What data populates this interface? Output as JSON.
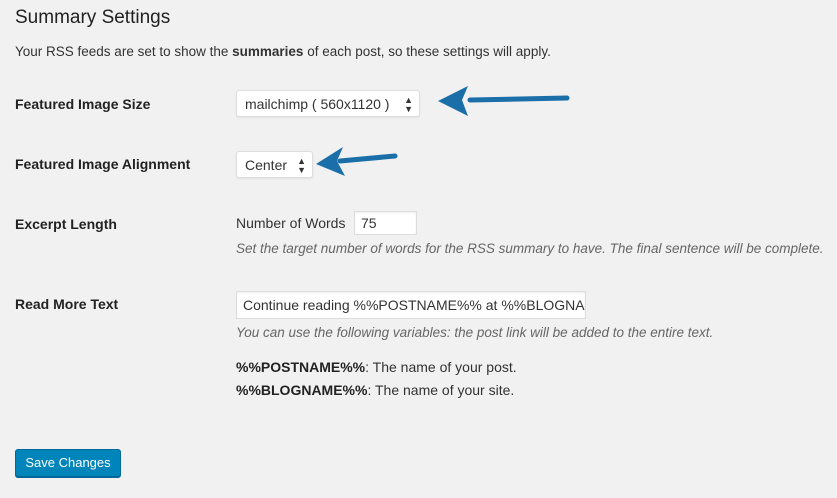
{
  "section": {
    "title": "Summary Settings",
    "intro_before": "Your RSS feeds are set to show the ",
    "intro_bold": "summaries",
    "intro_after": " of each post, so these settings will apply."
  },
  "fields": {
    "image_size": {
      "label": "Featured Image Size",
      "value": "mailchimp ( 560x1120 )"
    },
    "image_alignment": {
      "label": "Featured Image Alignment",
      "value": "Center"
    },
    "excerpt_length": {
      "label": "Excerpt Length",
      "prefix": "Number of Words",
      "value": "75",
      "help": "Set the target number of words for the RSS summary to have. The final sentence will be complete."
    },
    "read_more": {
      "label": "Read More Text",
      "value": "Continue reading %%POSTNAME%% at %%BLOGNA",
      "help": "You can use the following variables: the post link will be added to the entire text.",
      "variables": [
        {
          "name": "%%POSTNAME%%",
          "desc": ": The name of your post."
        },
        {
          "name": "%%BLOGNAME%%",
          "desc": ": The name of your site."
        }
      ]
    }
  },
  "save_label": "Save Changes",
  "colors": {
    "accent": "#0085ba",
    "annotation_arrow": "#1a6fa8"
  },
  "icons": {
    "select_arrows": "up-down-arrows-icon",
    "annotation": "arrow-left-icon"
  }
}
